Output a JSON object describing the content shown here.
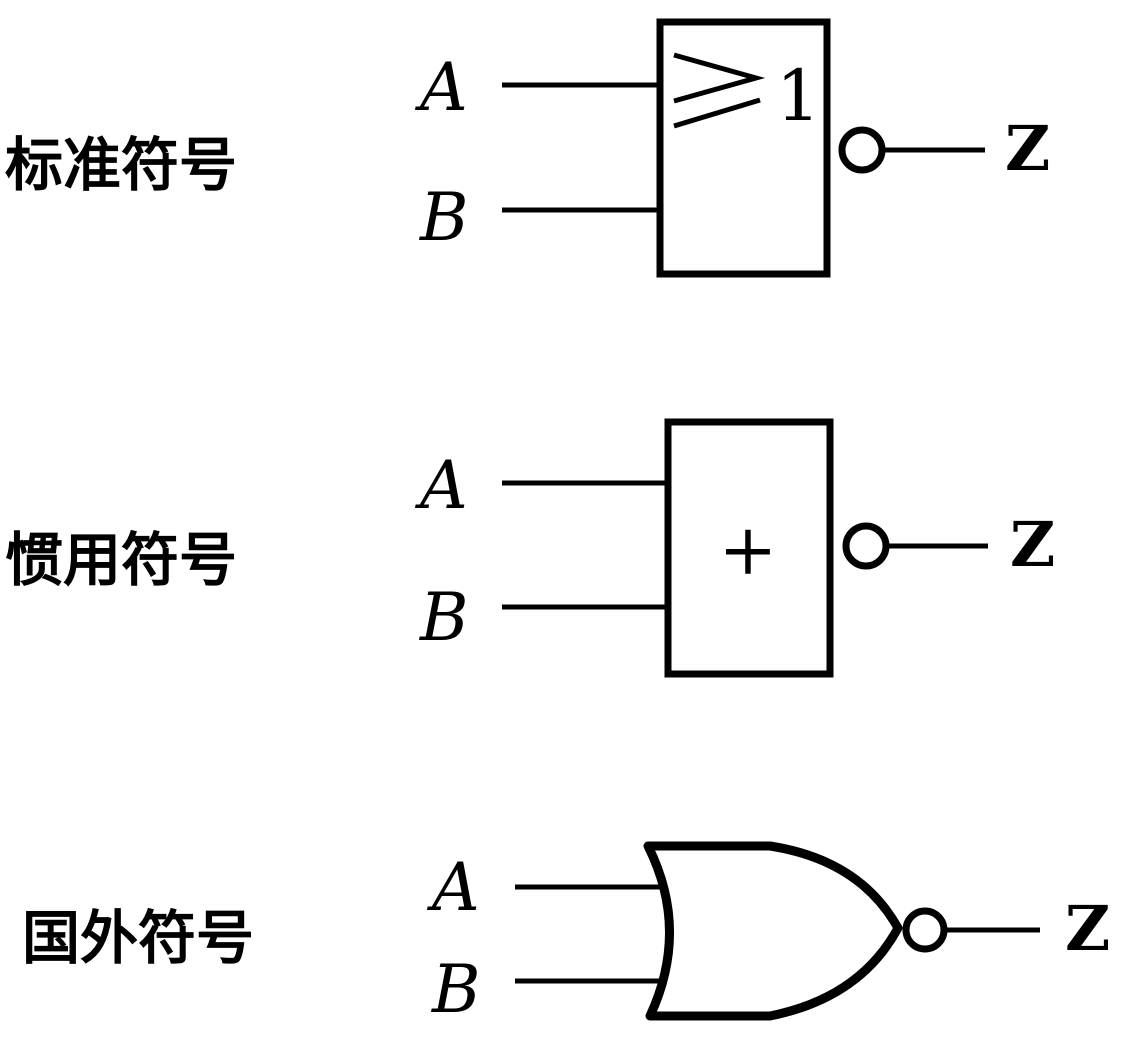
{
  "gates": [
    {
      "label": "标准符号",
      "input_a": "A",
      "input_b": "B",
      "output": "Z",
      "symbol": "≥1",
      "style": "rectangular-iec"
    },
    {
      "label": "惯用符号",
      "input_a": "A",
      "input_b": "B",
      "output": "Z",
      "symbol": "+",
      "style": "rectangular-conventional"
    },
    {
      "label": "国外符号",
      "input_a": "A",
      "input_b": "B",
      "output": "Z",
      "symbol": "",
      "style": "distinctive-shape-nor"
    }
  ]
}
